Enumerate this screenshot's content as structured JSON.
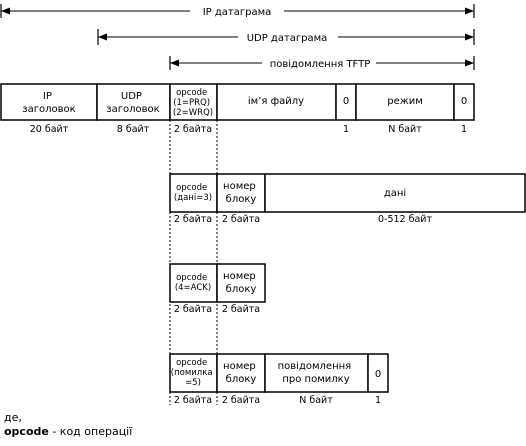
{
  "spans": {
    "ip": "IP датаграма",
    "udp": "UDP датаграма",
    "tftp": "повідомлення TFTP"
  },
  "header_row": {
    "ip_header": [
      "IP",
      "заголовок"
    ],
    "udp_header": [
      "UDP",
      "заголовок"
    ],
    "opcode": [
      "opcode",
      "(1=PRQ)",
      "(2=WRQ)"
    ],
    "filename": "ім’я файлу",
    "zero1": "0",
    "mode": "режим",
    "zero2": "0",
    "sizes": {
      "ip_header": "20 байт",
      "udp_header": "8 байт",
      "opcode": "2 байта",
      "zero1": "1",
      "mode": "N байт",
      "zero2": "1"
    }
  },
  "data_packet": {
    "opcode": [
      "opcode",
      "(дані=3)"
    ],
    "block": [
      "номер",
      "блоку"
    ],
    "data": "дані",
    "sizes": {
      "opcode": "2 байта",
      "block": "2 байта",
      "data": "0-512 байт"
    }
  },
  "ack_packet": {
    "opcode": [
      "opcode",
      "(4=ACK)"
    ],
    "block": [
      "номер",
      "блоку"
    ],
    "sizes": {
      "opcode": "2 байта",
      "block": "2 байта"
    }
  },
  "error_packet": {
    "opcode": [
      "opcode",
      "(помилка",
      "=5)"
    ],
    "block": [
      "номер",
      "блоку"
    ],
    "message": [
      "повідомлення",
      "про помилку"
    ],
    "zero": "0",
    "sizes": {
      "opcode": "2 байта",
      "block": "2 байта",
      "message": "N байт",
      "zero": "1"
    }
  },
  "legend": {
    "where": "де,",
    "term": "opcode",
    "definition": " - код операції"
  }
}
